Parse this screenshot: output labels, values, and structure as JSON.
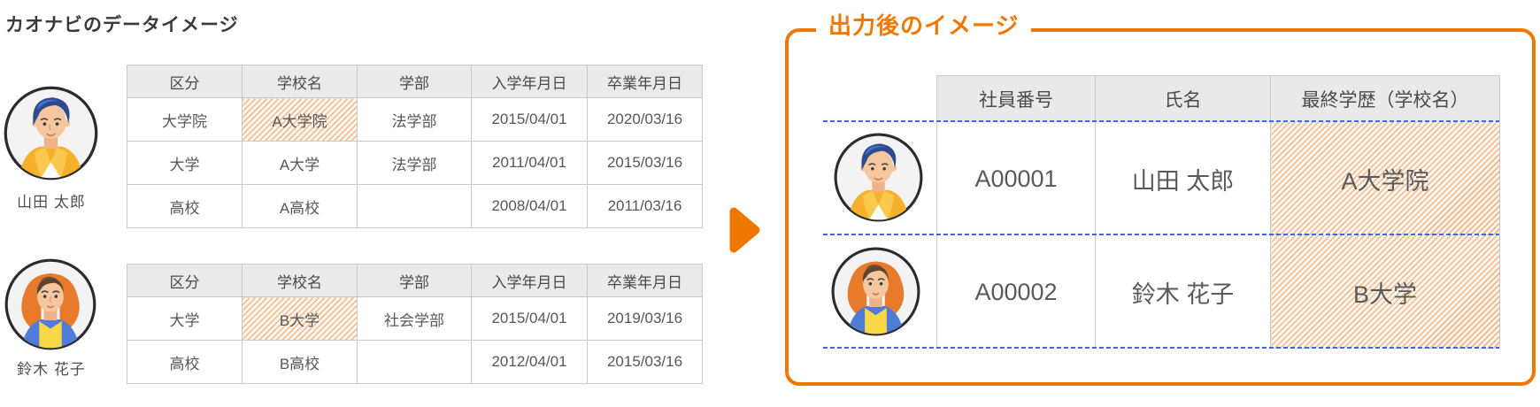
{
  "left_section": {
    "title": "カオナビのデータイメージ"
  },
  "people": [
    {
      "name": "山田 太郎",
      "avatar_icon": "male-avatar-icon"
    },
    {
      "name": "鈴木 花子",
      "avatar_icon": "female-avatar-icon"
    }
  ],
  "source_tables": [
    {
      "owner": "山田 太郎",
      "headers": [
        "区分",
        "学校名",
        "学部",
        "入学年月日",
        "卒業年月日"
      ],
      "rows": [
        {
          "cells": [
            "大学院",
            "A大学院",
            "法学部",
            "2015/04/01",
            "2020/03/16"
          ],
          "highlighted_column": "学校名"
        },
        {
          "cells": [
            "大学",
            "A大学",
            "法学部",
            "2011/04/01",
            "2015/03/16"
          ]
        },
        {
          "cells": [
            "高校",
            "A高校",
            "",
            "2008/04/01",
            "2011/03/16"
          ]
        }
      ]
    },
    {
      "owner": "鈴木 花子",
      "headers": [
        "区分",
        "学校名",
        "学部",
        "入学年月日",
        "卒業年月日"
      ],
      "rows": [
        {
          "cells": [
            "大学",
            "B大学",
            "社会学部",
            "2015/04/01",
            "2019/03/16"
          ],
          "highlighted_column": "学校名"
        },
        {
          "cells": [
            "高校",
            "B高校",
            "",
            "2012/04/01",
            "2015/03/16"
          ]
        }
      ]
    }
  ],
  "arrow": {
    "direction": "right"
  },
  "output_panel": {
    "title": "出力後のイメージ",
    "table": {
      "headers": [
        "社員番号",
        "氏名",
        "最終学歴（学校名）"
      ],
      "rows": [
        {
          "cells": [
            "A00001",
            "山田 太郎",
            "A大学院"
          ],
          "highlighted_column": "最終学歴（学校名）"
        },
        {
          "cells": [
            "A00002",
            "鈴木 花子",
            "B大学"
          ],
          "highlighted_column": "最終学歴（学校名）"
        }
      ]
    }
  },
  "colors": {
    "accent_orange": "#ee7800",
    "hatch_stripe": "#f2b585",
    "dashed_blue": "#3b6ad9",
    "table_header_bg": "#eaeaea",
    "table_border": "#c9c9c9",
    "text": "#575757"
  }
}
